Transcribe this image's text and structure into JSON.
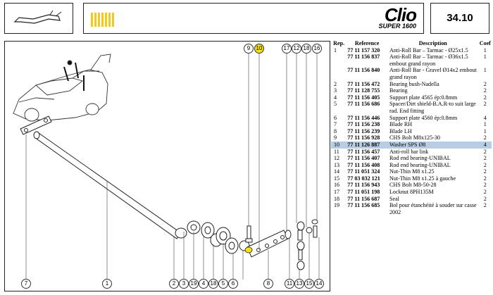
{
  "header": {
    "brand": "Clio",
    "brand_sub": "SUPER 1600",
    "page_number": "34.10"
  },
  "parts_table": {
    "columns": [
      "Rep.",
      "Reference",
      "Description",
      "Coef"
    ],
    "rows": [
      {
        "rep": "1",
        "ref": "77 11 157 320",
        "desc": "Anti-Roll Bar – Tarmac - Ø25x1.5",
        "coef": "1"
      },
      {
        "rep": "",
        "ref": "77 11 156 837",
        "desc": "Anti-Roll Bar – Tarmac - Ø36x1.5 embout grand rayon",
        "coef": "1"
      },
      {
        "rep": "",
        "ref": "77 11 156 840",
        "desc": "Anti-Roll Bar - Gravel Ø14x2 embout grand rayon",
        "coef": "1"
      },
      {
        "rep": "2",
        "ref": "77 11 156 472",
        "desc": "Bearing bush-Nadella",
        "coef": "2"
      },
      {
        "rep": "3",
        "ref": "77 11 128 755",
        "desc": "Bearing",
        "coef": "2"
      },
      {
        "rep": "4",
        "ref": "77 11 156 405",
        "desc": "Support plate 4565 ép:0.8mm",
        "coef": "2"
      },
      {
        "rep": "5",
        "ref": "77 11 156 686",
        "desc": "Spacer/Dirt shield-B.A.R-to suit large rad. End fitting",
        "coef": "2"
      },
      {
        "rep": "6",
        "ref": "77 11 156 446",
        "desc": "Support plate 4560 ép:0.8mm",
        "coef": "4"
      },
      {
        "rep": "7",
        "ref": "77 11 156 238",
        "desc": "Blade RH",
        "coef": "1"
      },
      {
        "rep": "8",
        "ref": "77 11 156 239",
        "desc": "Blade LH",
        "coef": "1"
      },
      {
        "rep": "9",
        "ref": "77 11 156 928",
        "desc": "CHS Bolt M8x125-30",
        "coef": "2"
      },
      {
        "rep": "10",
        "ref": "77 11 126 887",
        "desc": "Washer SPS Ø8",
        "coef": "4",
        "selected": true
      },
      {
        "rep": "11",
        "ref": "77 11 156 457",
        "desc": "Anti-roll bar link",
        "coef": "2"
      },
      {
        "rep": "12",
        "ref": "77 11 156 407",
        "desc": "Rod end bearing-UNIBAL",
        "coef": "2"
      },
      {
        "rep": "13",
        "ref": "77 11 156 408",
        "desc": "Rod end bearing-UNIBAL",
        "coef": "2"
      },
      {
        "rep": "14",
        "ref": "77 11 051 324",
        "desc": "Nut-Thin M8 x1.25",
        "coef": "2"
      },
      {
        "rep": "15",
        "ref": "77 03 032 121",
        "desc": "Nut-Thin M8 x1.25 à gauche",
        "coef": "2"
      },
      {
        "rep": "16",
        "ref": "77 11 156 943",
        "desc": "CHS Bolt M8-50-28",
        "coef": "2"
      },
      {
        "rep": "17",
        "ref": "77 11 051 198",
        "desc": "Locknut 8PH135M",
        "coef": "2"
      },
      {
        "rep": "18",
        "ref": "77 11 156 687",
        "desc": "Seal",
        "coef": "2"
      },
      {
        "rep": "19",
        "ref": "77 11 156 685",
        "desc": "Bol pour étanchéité à souder sur casse 2002",
        "coef": "2"
      }
    ]
  },
  "diagram": {
    "top_callouts": [
      "9",
      "10",
      "17",
      "12",
      "18",
      "16"
    ],
    "highlighted_callout": "10",
    "bottom_callouts": [
      "7",
      "1",
      "2",
      "3",
      "19",
      "4",
      "18",
      "5",
      "6",
      "8",
      "11",
      "13",
      "15",
      "14"
    ],
    "highlight_color": "#f7e313"
  }
}
